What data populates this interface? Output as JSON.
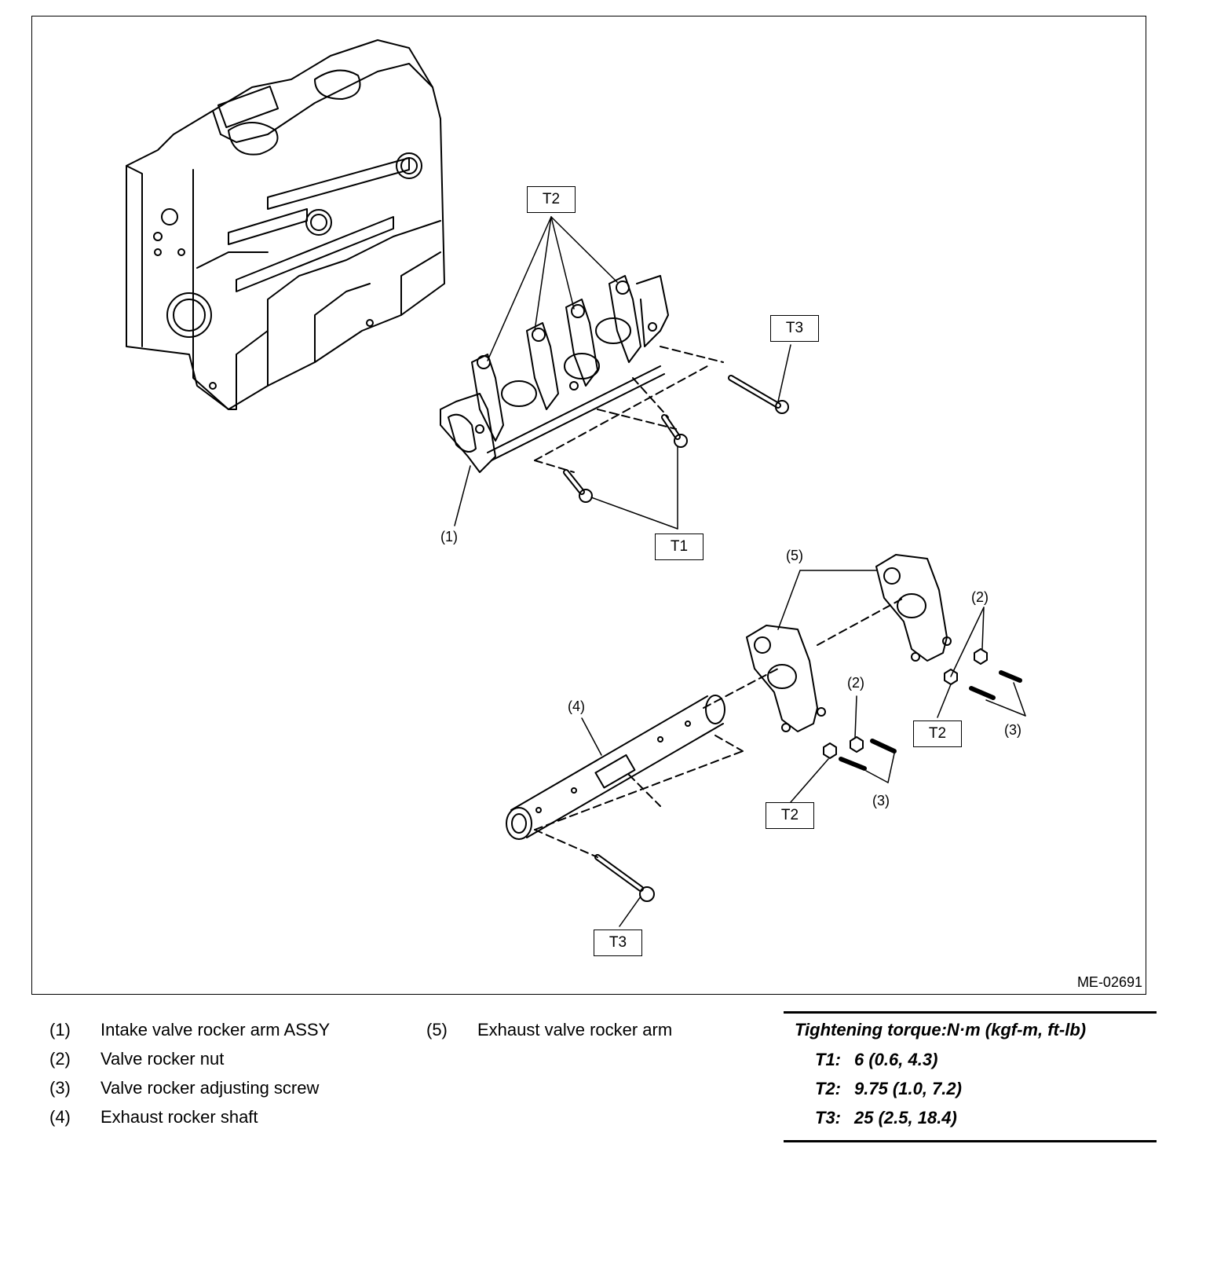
{
  "figure": {
    "id": "ME-02691",
    "callouts": {
      "c1": "(1)",
      "c2a": "(2)",
      "c2b": "(2)",
      "c3a": "(3)",
      "c3b": "(3)",
      "c4": "(4)",
      "c5": "(5)"
    },
    "torque_tags": {
      "t2_top": "T2",
      "t3_top": "T3",
      "t1": "T1",
      "t2_right": "T2",
      "t2_mid": "T2",
      "t3_bottom": "T3"
    }
  },
  "legend": [
    {
      "num": "(1)",
      "text": "Intake valve rocker arm ASSY"
    },
    {
      "num": "(2)",
      "text": "Valve rocker nut"
    },
    {
      "num": "(3)",
      "text": "Valve rocker adjusting screw"
    },
    {
      "num": "(4)",
      "text": "Exhaust rocker shaft"
    },
    {
      "num": "(5)",
      "text": "Exhaust valve rocker arm"
    }
  ],
  "torque_table": {
    "heading": "Tightening torque:N·m (kgf-m, ft-lb)",
    "rows": [
      {
        "code": "T1:",
        "value": "6 (0.6, 4.3)"
      },
      {
        "code": "T2:",
        "value": "9.75 (1.0, 7.2)"
      },
      {
        "code": "T3:",
        "value": "25 (2.5, 18.4)"
      }
    ]
  }
}
